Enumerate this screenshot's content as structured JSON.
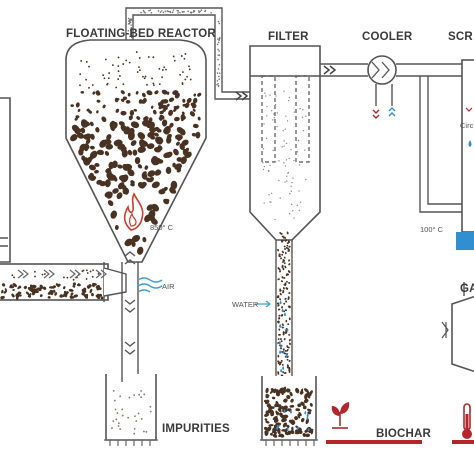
{
  "labels": {
    "floating_bed_reactor": "FLOATING-BED REACTOR",
    "filter": "FILTER",
    "cooler": "COOLER",
    "scrubber_partial": "SCR",
    "impurities": "IMPURITIES",
    "biochar": "BIOCHAR",
    "water": "WATER",
    "air": "AIR",
    "reactor_temp": "850° C",
    "scrubber_temp": "100° C",
    "circ_partial": "Circ",
    "gas_partial": "GA"
  },
  "colors": {
    "char_particle": "#4a3222",
    "biochar_red": "#b3262b",
    "water_blue": "#2f8fd0",
    "flame_red": "#d23a2a",
    "air_blue": "#3aa0d8",
    "outline": "#555555"
  },
  "icons": [
    "flame-icon",
    "air-icon",
    "water-droplet-icon",
    "plant-icon",
    "thermometer-icon",
    "cooler-coil-icon",
    "flow-chevron-icon"
  ]
}
